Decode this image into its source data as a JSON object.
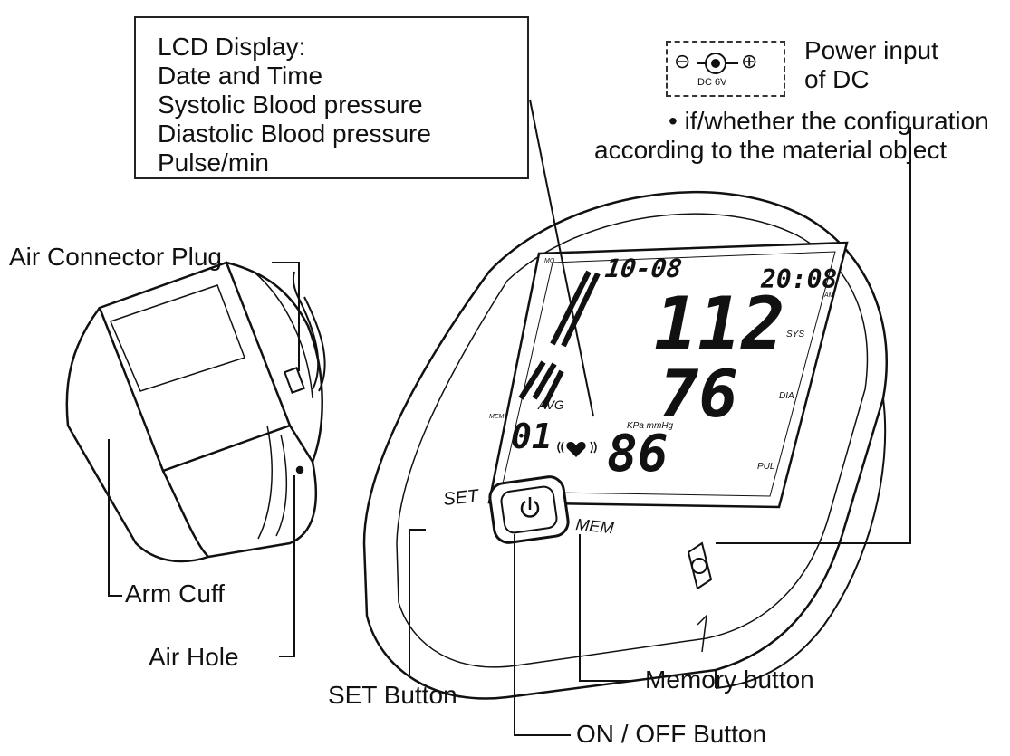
{
  "lcd_callout": {
    "title": "LCD Display:",
    "items": [
      "Date and Time",
      "Systolic Blood pressure",
      "Diastolic Blood pressure",
      "Pulse/min"
    ]
  },
  "dc_callout": {
    "minus_symbol": "⊖",
    "plus_symbol": "⊕",
    "rating": "DC 6V",
    "label_line1": "Power input",
    "label_line2": "of DC",
    "note_line1": "• if/whether the configuration",
    "note_line2": "according to the material object"
  },
  "labels": {
    "air_connector_plug": "Air Connector Plug",
    "arm_cuff": "Arm Cuff",
    "air_hole": "Air Hole",
    "set_button": "SET Button",
    "on_off_button": "ON / OFF Button",
    "memory_button": "Memory button"
  },
  "device": {
    "date": "10-08",
    "time": "20:08",
    "systolic": "112",
    "diastolic": "76",
    "pulse": "86",
    "memory_no": "01",
    "avg": "AVG",
    "units": "KPa mmHg",
    "sys_label": "SYS",
    "dia_label": "DIA",
    "pul_label": "PUL",
    "mo_label": "MO",
    "am_label": "AM",
    "mem_small": "MEM",
    "set_key": "SET",
    "mem_key": "MEM"
  }
}
